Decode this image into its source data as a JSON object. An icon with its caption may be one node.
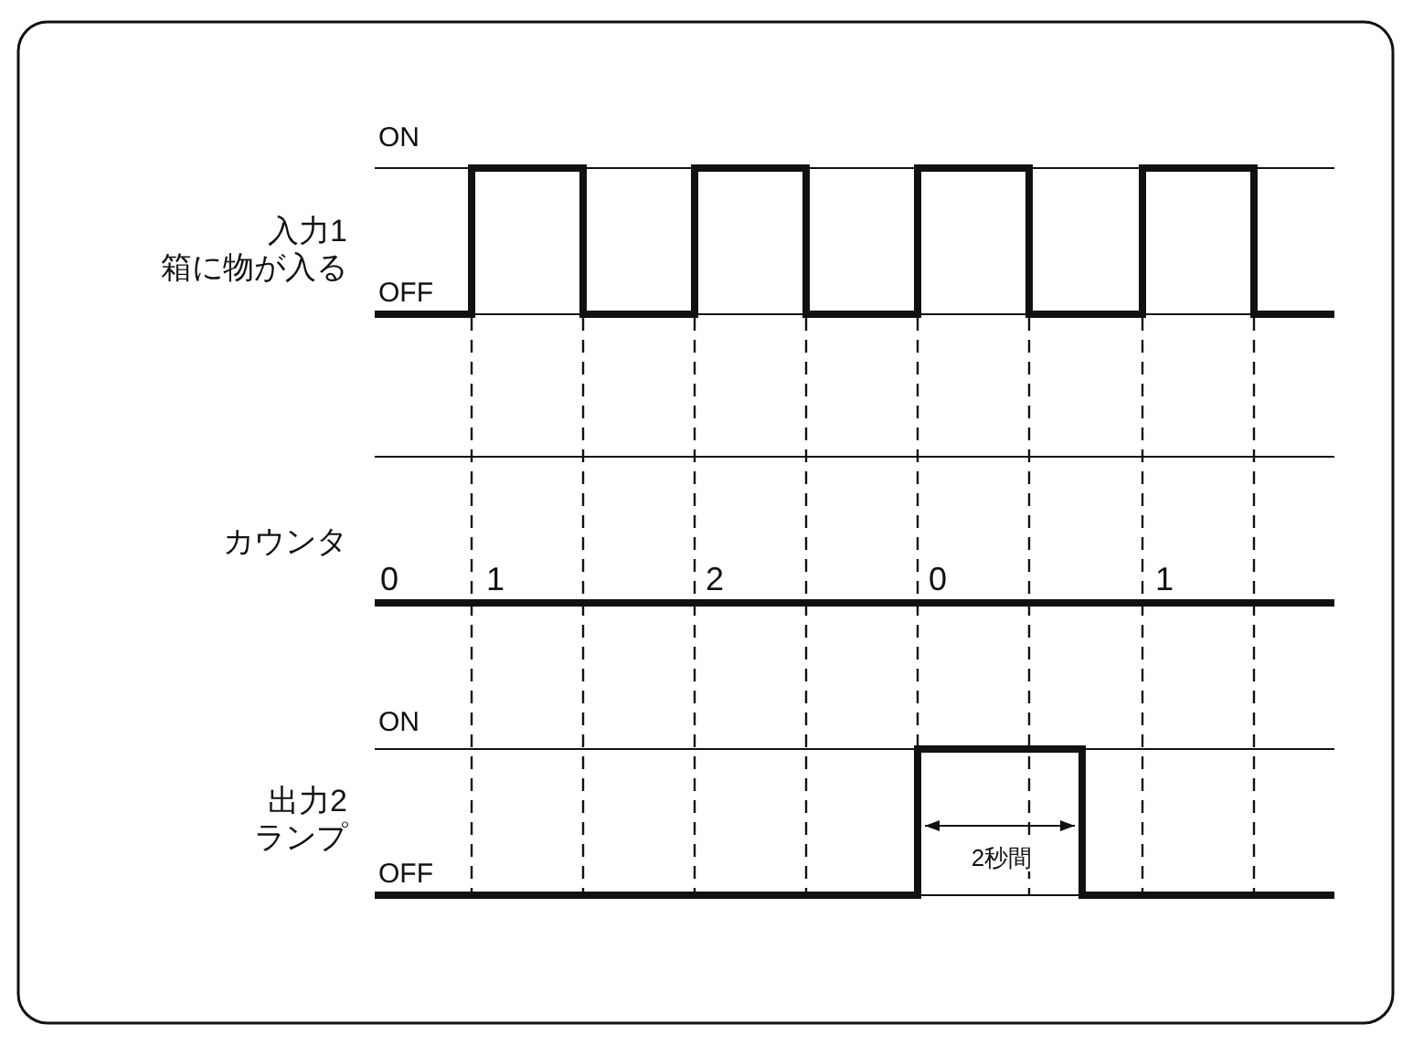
{
  "diagram": {
    "labels": [
      "ON",
      "入力1",
      "箱に物が入る",
      "OFF",
      "カウンタ",
      "0",
      "1",
      "2",
      "0",
      "1",
      "ON",
      "出力2",
      "ランプ",
      "OFF",
      "2秒間"
    ]
  }
}
